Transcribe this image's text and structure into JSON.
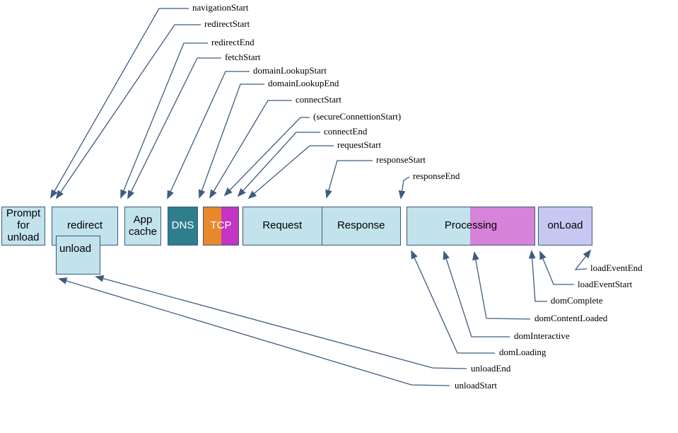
{
  "boxes": {
    "prompt_for_unload": "Prompt for unload",
    "redirect": "redirect",
    "unload": "unload",
    "app_cache": "App cache",
    "dns": "DNS",
    "tcp": "TCP",
    "request": "Request",
    "response": "Response",
    "processing": "Processing",
    "onload": "onLoad"
  },
  "event_labels": {
    "navigationStart": "navigationStart",
    "redirectStart": "redirectStart",
    "redirectEnd": "redirectEnd",
    "fetchStart": "fetchStart",
    "domainLookupStart": "domainLookupStart",
    "domainLookupEnd": "domainLookupEnd",
    "connectStart": "connectStart",
    "secureConnectionStart": "(secureConnettionStart)",
    "connectEnd": "connectEnd",
    "requestStart": "requestStart",
    "responseStart": "responseStart",
    "responseEnd": "responseEnd",
    "loadEventEnd": "loadEventEnd",
    "loadEventStart": "loadEventStart",
    "domComplete": "domComplete",
    "domContentLoaded": "domContentLoaded",
    "domInteractive": "domInteractive",
    "domLoading": "domLoading",
    "unloadEnd": "unloadEnd",
    "unloadStart": "unloadStart"
  },
  "colors": {
    "box_fill_light_blue": "#c2e2ec",
    "box_border": "#3a5a7c",
    "line_color": "#3e5c80",
    "dns_fill": "#2e7e8e",
    "tcp_orange": "#e8882d",
    "tcp_magenta": "#c434c4",
    "processing_magenta": "#d783d9",
    "onload_fill": "#c6c8f2",
    "box_text": "#000000",
    "dark_box_text": "#ffffff"
  }
}
